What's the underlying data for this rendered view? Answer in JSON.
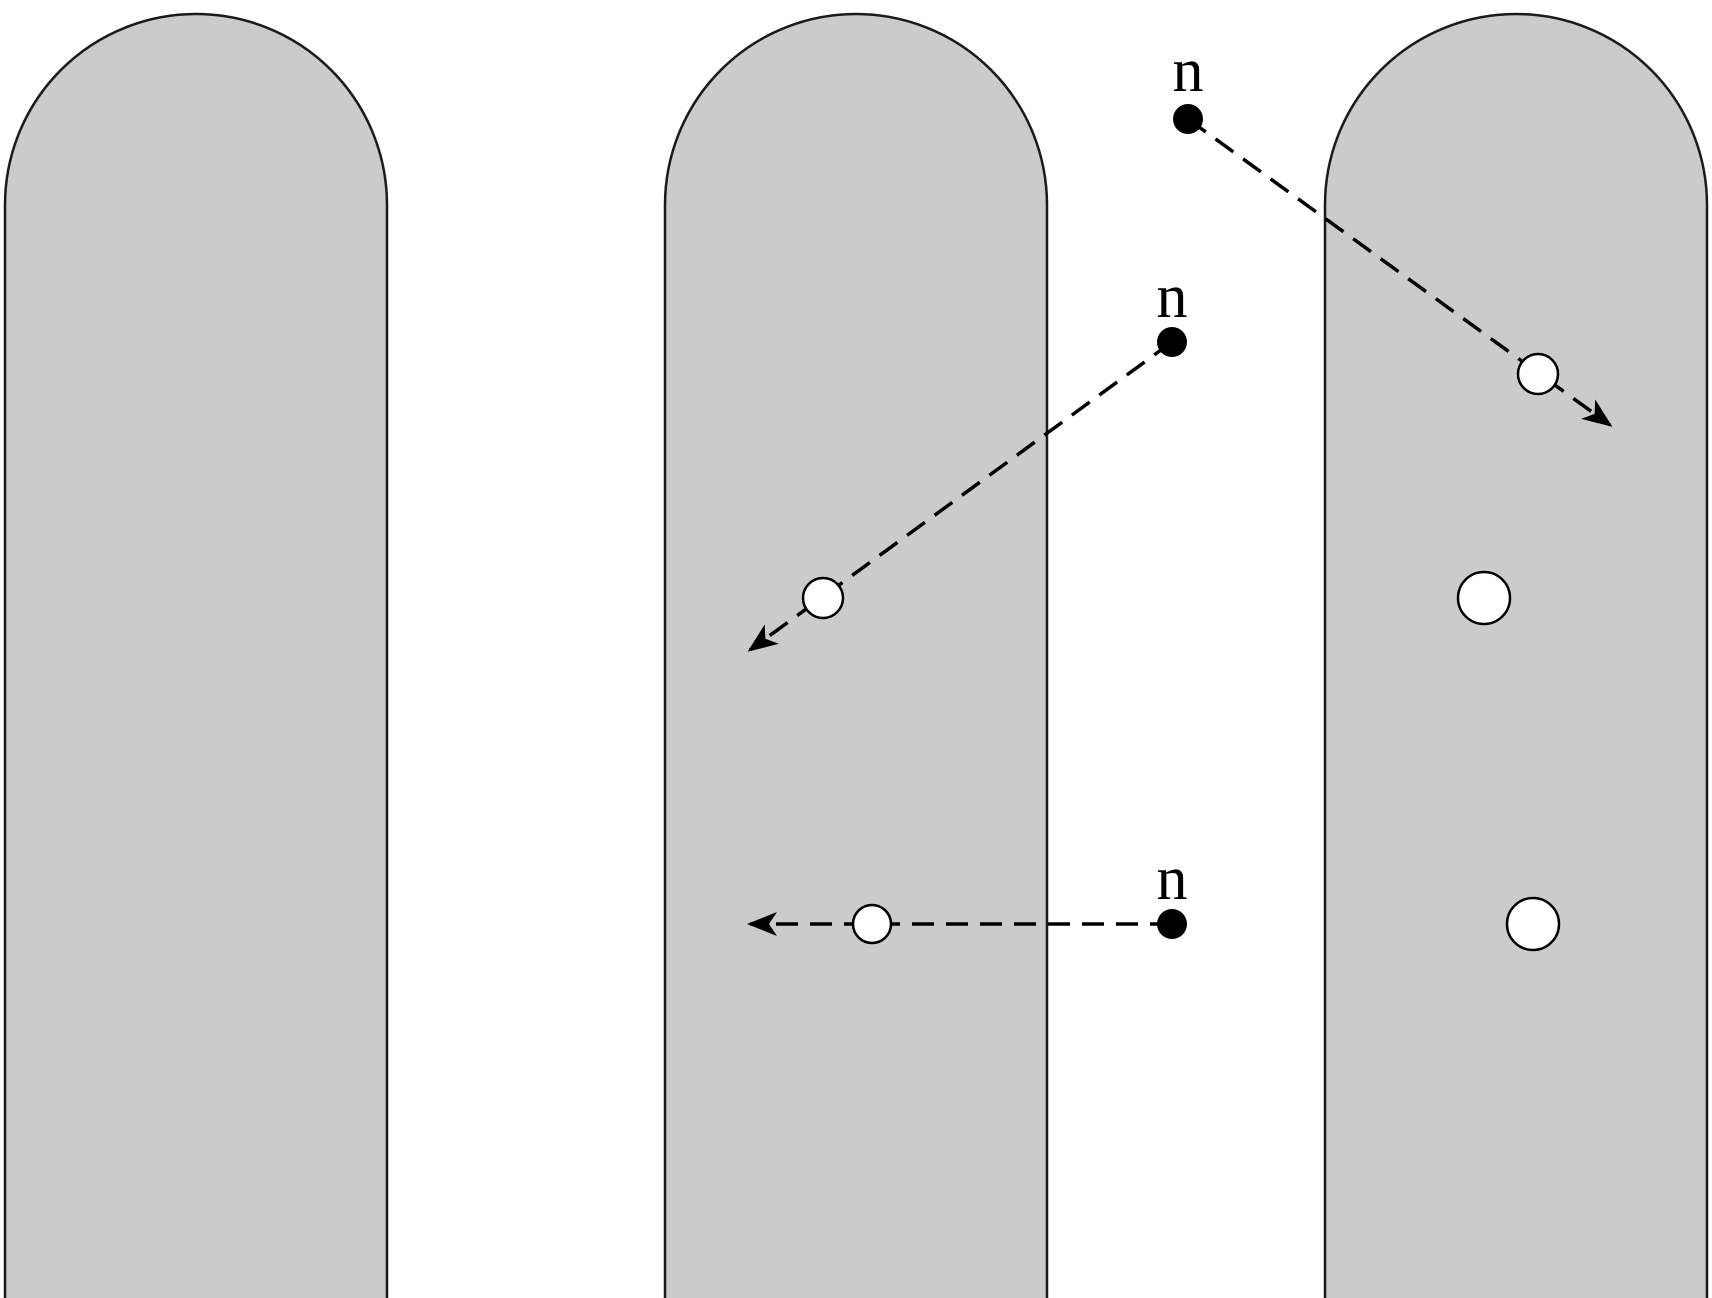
{
  "labels": {
    "n_top": "n",
    "n_middle": "n",
    "n_bottom": "n"
  },
  "colors": {
    "pillar_fill": "#cbcbcb",
    "pillar_stroke": "#1a1a1a",
    "ink": "#000000",
    "background": "#ffffff"
  }
}
